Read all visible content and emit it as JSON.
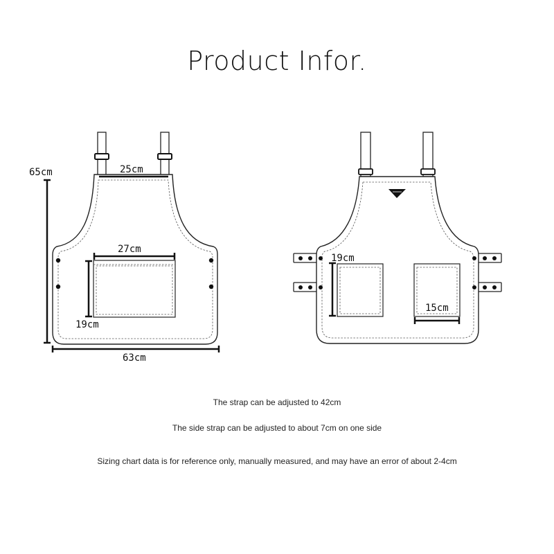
{
  "title": "Product Infor.",
  "front": {
    "height": "65cm",
    "top_width": "25cm",
    "pocket_width": "27cm",
    "pocket_height": "19cm",
    "bottom_width": "63cm"
  },
  "back": {
    "pocket_height": "19cm",
    "pocket_width": "15cm"
  },
  "notes": [
    "The strap can be adjusted to 42cm",
    "The side strap can be adjusted to about 7cm on one side",
    "Sizing chart data is for reference only, manually measured, and may have an error of about 2-4cm"
  ]
}
